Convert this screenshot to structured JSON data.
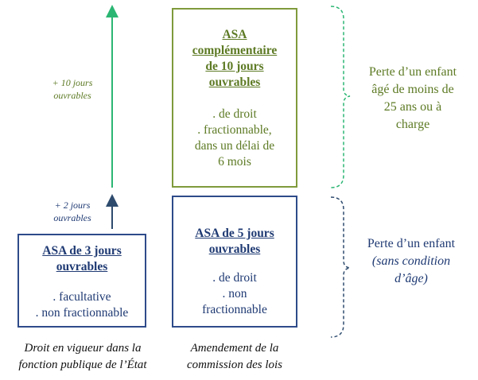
{
  "boxes": {
    "current_law": {
      "title": [
        "ASA de 3 jours",
        "ouvrables"
      ],
      "lines": [
        ". facultative",
        ". non fractionnable"
      ]
    },
    "amendment": {
      "title": [
        "ASA de 5 jours",
        "ouvrables"
      ],
      "lines": [
        ". de droit",
        ". non",
        "fractionnable"
      ]
    },
    "complementary": {
      "title": [
        "ASA",
        "complémentaire",
        "de 10 jours",
        "ouvrables"
      ],
      "lines": [
        ". de droit",
        ". fractionnable,",
        "dans un délai de",
        "6 mois"
      ]
    }
  },
  "steps": {
    "top": [
      "+ 10 jours",
      "ouvrables"
    ],
    "bottom": [
      "+ 2 jours",
      "ouvrables"
    ]
  },
  "captions": {
    "left": [
      "Droit en vigueur dans la",
      "fonction publique de l’État"
    ],
    "mid": [
      "Amendement de la",
      "commission des lois"
    ]
  },
  "side": {
    "top": [
      "Perte d’un enfant",
      "âgé de moins de",
      "25 ans ou à",
      "charge"
    ],
    "bottom": {
      "main": "Perte d’un enfant",
      "italic": [
        "(sans condition",
        "d’âge)"
      ]
    }
  },
  "colors": {
    "blue": "#2e4b8a",
    "green": "#7f9a3c",
    "green_arrow": "#2bb673"
  }
}
